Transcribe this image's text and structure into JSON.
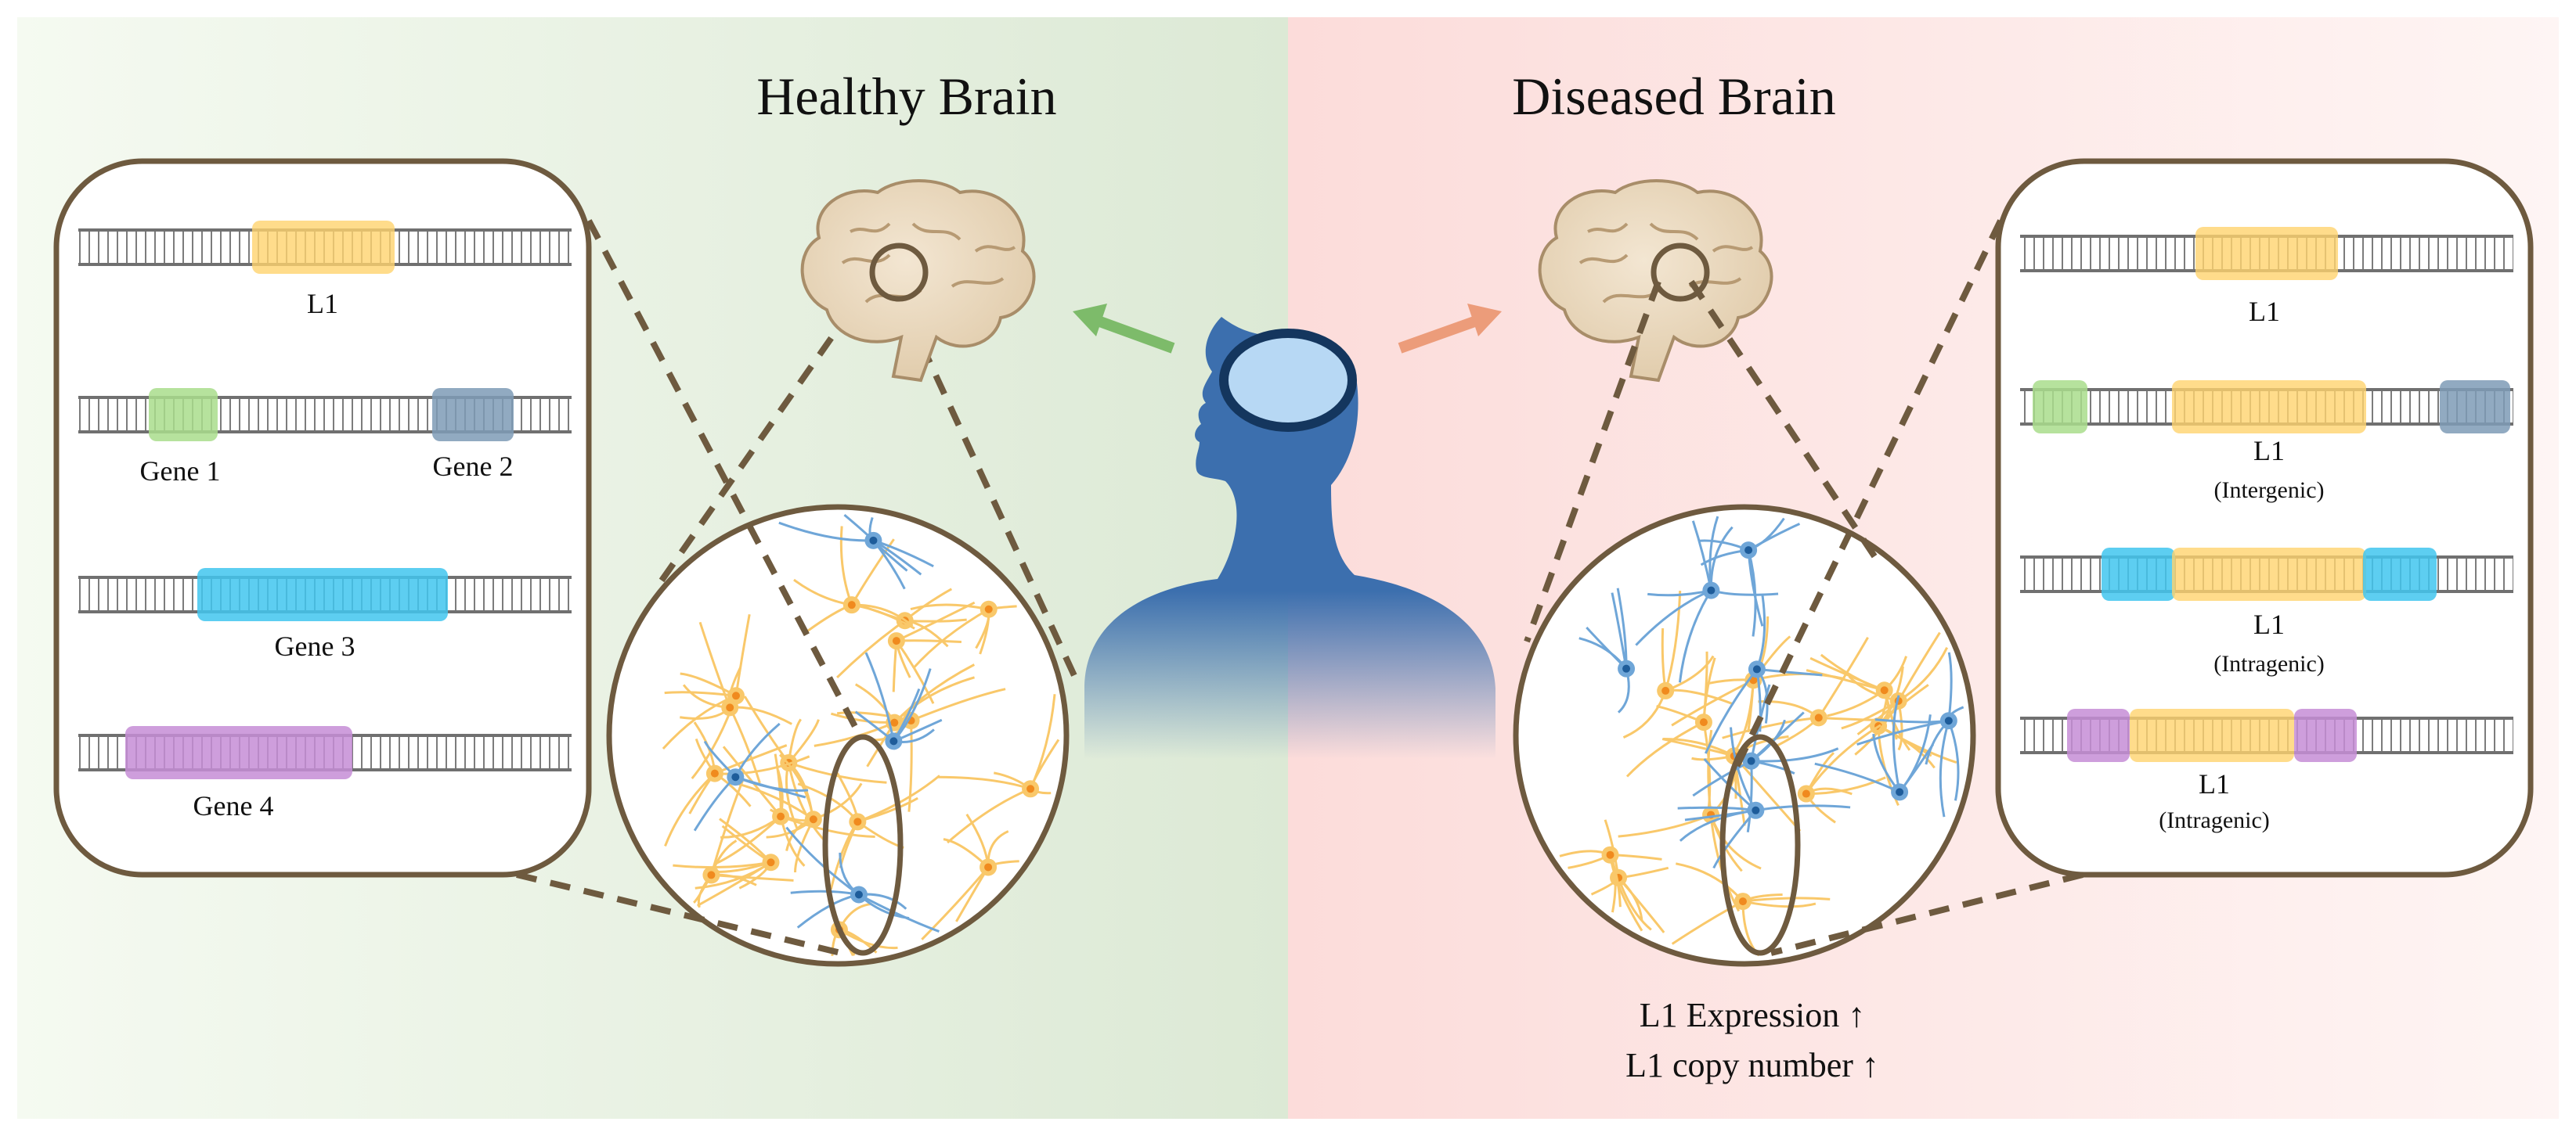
{
  "healthy": {
    "title": "Healthy Brain",
    "labels": {
      "l1": "L1",
      "gene1": "Gene 1",
      "gene2": "Gene 2",
      "gene3": "Gene 3",
      "gene4": "Gene 4"
    }
  },
  "diseased": {
    "title": "Diseased Brain",
    "labels": {
      "l1_a": "L1",
      "l1_b": "L1",
      "intergenic": "(Intergenic)",
      "l1_c": "L1",
      "intragenic_1": "(Intragenic)",
      "l1_d": "L1",
      "intragenic_2": "(Intragenic)"
    },
    "notes": {
      "expression": "L1 Expression ↑",
      "copy_number": "L1 copy number ↑"
    }
  },
  "colors": {
    "l1": "#FFD36E",
    "gene_green": "#A9DD8C",
    "gene_slate": "#7E9BB6",
    "gene_cyan": "#41C6EE",
    "gene_purple": "#C58DD6",
    "outline": "#6E5A3F",
    "person": "#3C6FAE",
    "arrow_healthy": "#7DBB6A",
    "arrow_diseased": "#EC9C7A"
  }
}
